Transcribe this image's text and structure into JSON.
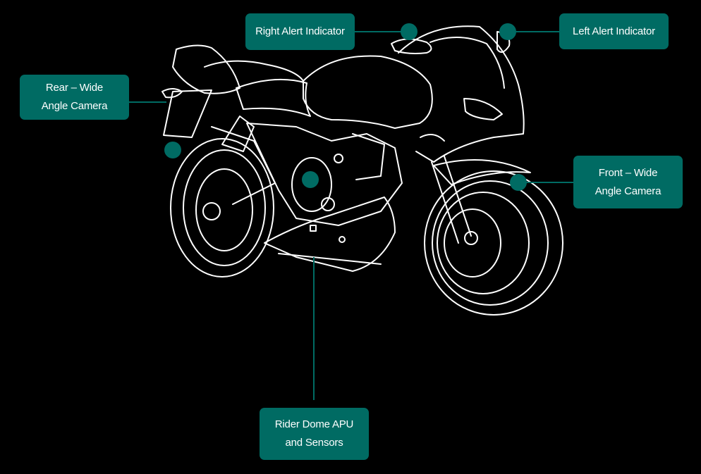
{
  "diagram": {
    "subject": "Motorcycle sensor placement",
    "accent_color": "#006b63",
    "line_color": "#ffffff",
    "background_color": "#000000",
    "callouts": [
      {
        "id": "right-alert-indicator",
        "label": "Right Alert Indicator"
      },
      {
        "id": "left-alert-indicator",
        "label": "Left Alert Indicator"
      },
      {
        "id": "rear-wide-angle-camera",
        "label": "Rear – Wide\nAngle Camera"
      },
      {
        "id": "front-wide-angle-camera",
        "label": "Front – Wide\nAngle Camera"
      },
      {
        "id": "rider-dome-apu",
        "label": "Rider Dome APU\nand Sensors"
      }
    ]
  }
}
